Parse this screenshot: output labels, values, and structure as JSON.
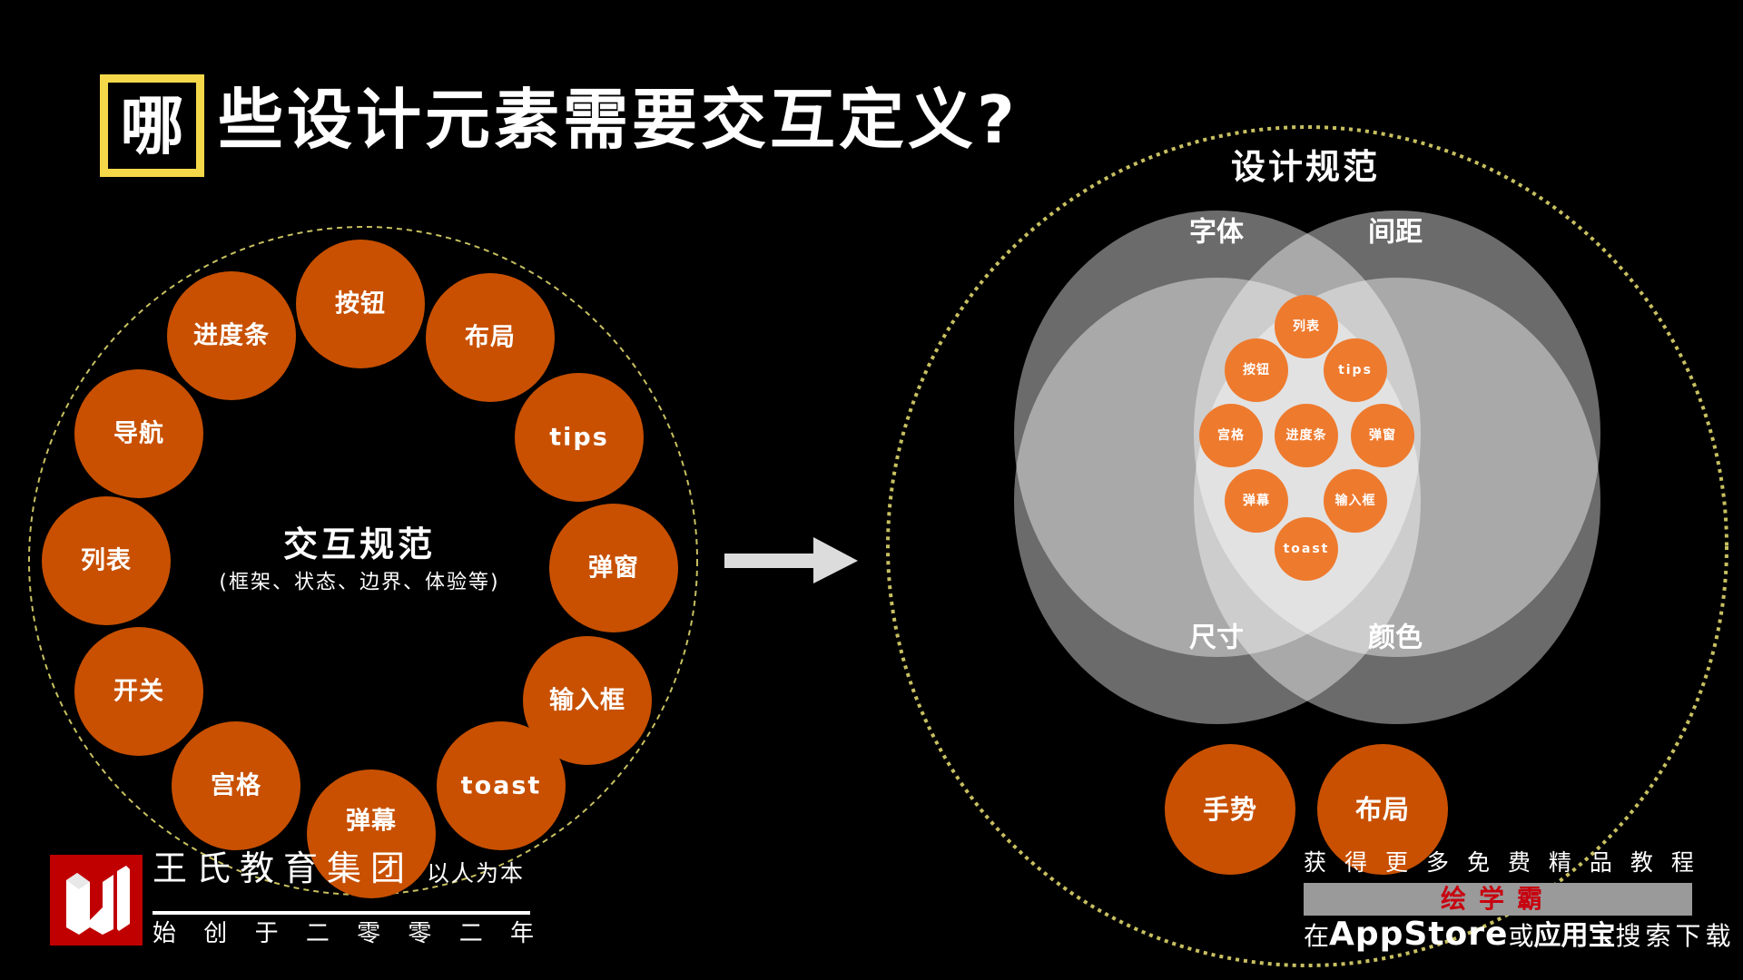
{
  "title": {
    "highlight_char": "哪",
    "rest": "些设计元素需要交互定义?"
  },
  "colors": {
    "background": "#000000",
    "highlight_border": "#F5D84A",
    "outer_circle_orange": "#C85000",
    "inner_circle_orange": "#EE7A2E",
    "dashed_circle": "#C8C060",
    "arrow": "#DCDCDC",
    "logo_red": "#C00000",
    "ad_red": "#C8000F"
  },
  "left_group": {
    "center_title": "交互规范",
    "center_subtitle": "(框架、状态、边界、体验等)",
    "items": [
      "按钮",
      "布局",
      "tips",
      "弹窗",
      "输入框",
      "toast",
      "弹幕",
      "宫格",
      "开关",
      "列表",
      "导航",
      "进度条"
    ]
  },
  "arrow": {
    "icon": "right-arrow-icon"
  },
  "right_group": {
    "title": "设计规范",
    "venn_sets": [
      "字体",
      "间距",
      "尺寸",
      "颜色"
    ],
    "inner_items": [
      "列表",
      "按钮",
      "tips",
      "宫格",
      "进度条",
      "弹窗",
      "弹幕",
      "输入框",
      "toast"
    ],
    "outside_items": [
      "手势",
      "布局"
    ]
  },
  "footer_left": {
    "logo_letter": "W",
    "name": "王氏教育集团",
    "motto": "以人为本",
    "since_chars": [
      "始",
      "创",
      "于",
      "二",
      "零",
      "零",
      "二",
      "年"
    ]
  },
  "footer_right": {
    "top_chars": [
      "获",
      "得",
      "更",
      "多",
      "免",
      "费",
      "精",
      "品",
      "教",
      "程"
    ],
    "brand": "绘学霸",
    "bottom": {
      "pre": "在",
      "store": "AppStore",
      "or": "或",
      "app": "应用宝",
      "post": "搜索下载"
    }
  }
}
